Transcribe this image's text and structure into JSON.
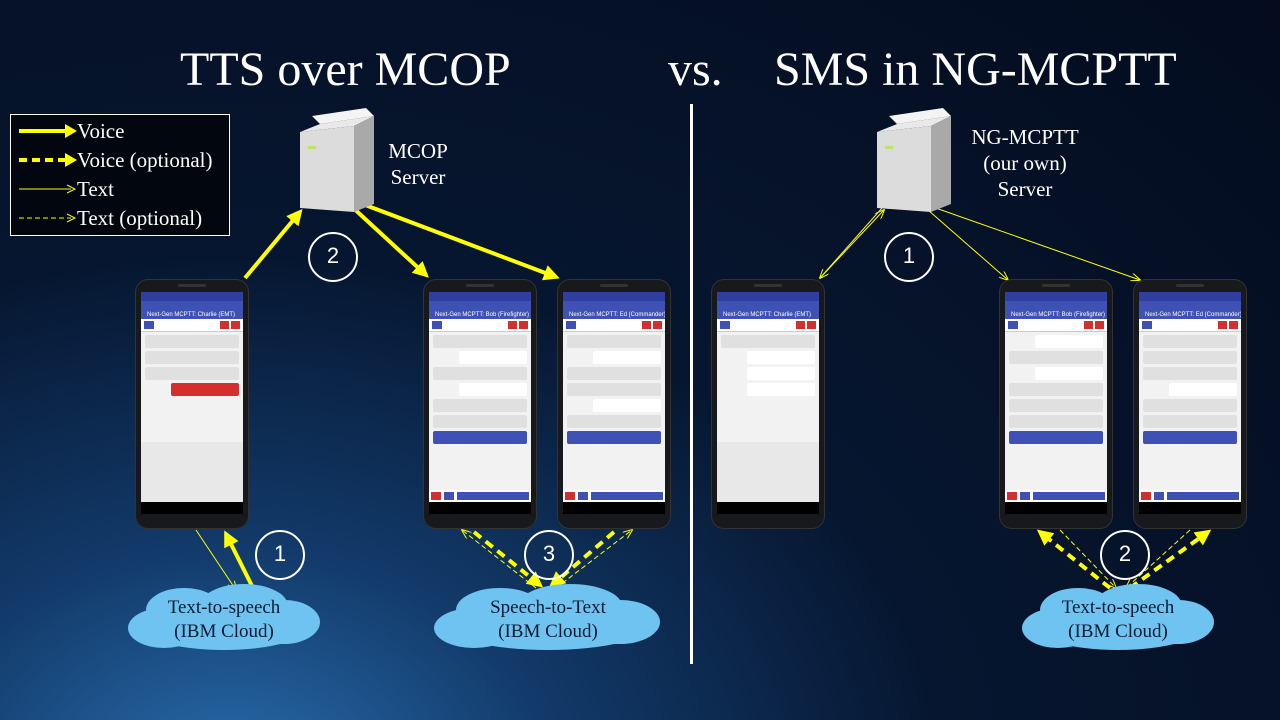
{
  "titles": {
    "left": "TTS over MCOP",
    "vs": "vs.",
    "right": "SMS in NG-MCPTT"
  },
  "legend": [
    {
      "label": "Voice",
      "style": "thick-solid"
    },
    {
      "label": "Voice (optional)",
      "style": "thick-dashed"
    },
    {
      "label": "Text",
      "style": "thin-solid"
    },
    {
      "label": "Text (optional)",
      "style": "thin-dashed"
    }
  ],
  "servers": {
    "mcop": {
      "line1": "MCOP",
      "line2": "Server"
    },
    "ngmcptt": {
      "line1": "NG-MCPTT",
      "line2": "(our own)",
      "line3": "Server"
    }
  },
  "steps": {
    "left_tts": "1",
    "left_server": "2",
    "left_stt": "3",
    "right_server": "1",
    "right_tts": "2"
  },
  "clouds": {
    "left_tts": {
      "line1": "Text-to-speech",
      "line2": "(IBM Cloud)"
    },
    "left_stt": {
      "line1": "Speech-to-Text",
      "line2": "(IBM Cloud)"
    },
    "right_tts": {
      "line1": "Text-to-speech",
      "line2": "(IBM Cloud)"
    }
  },
  "phones": [
    {
      "title": "Next-Gen MCPTT: Charlie (EMT)"
    },
    {
      "title": "Next-Gen MCPTT: Bob (Firefighter)"
    },
    {
      "title": "Next-Gen MCPTT: Ed (Commander)"
    },
    {
      "title": "Next-Gen MCPTT: Charlie (EMT)"
    },
    {
      "title": "Next-Gen MCPTT: Bob (Firefighter)"
    },
    {
      "title": "Next-Gen MCPTT: Ed (Commander)"
    }
  ],
  "colors": {
    "arrow": "#ffff00",
    "cloud": "#6fc3f0",
    "divider": "#ffffff"
  }
}
